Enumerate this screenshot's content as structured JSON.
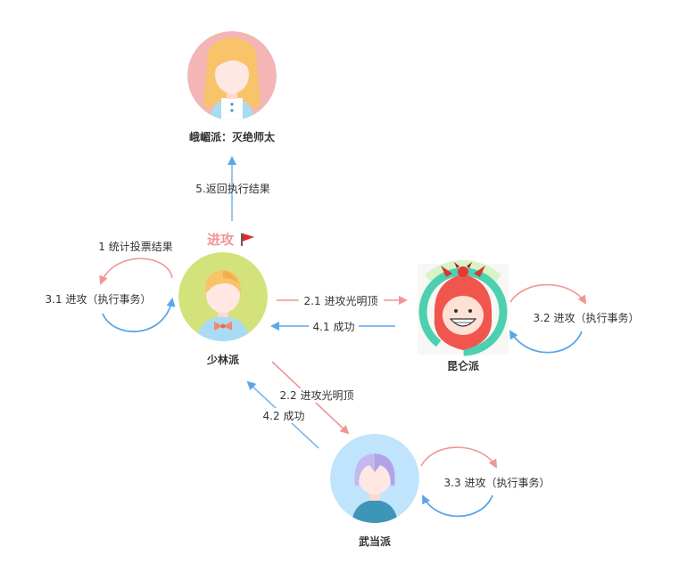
{
  "colors": {
    "red_arrow": "#f29595",
    "blue_arrow": "#5aa6e8",
    "blue_arrow_light": "#7fb7ea",
    "emei_bg": "#f3b5b5",
    "shaolin_bg": "#d4e27b",
    "kunlun_ring": "#4dd0b0",
    "wudang_bg": "#bfe4fb"
  },
  "nodes": {
    "emei": {
      "name": "峨嵋派：灭绝师太",
      "icon": "girl-avatar-icon"
    },
    "shaolin": {
      "name": "少林派",
      "icon": "boy-avatar-icon",
      "badge": "进攻",
      "badge_icon": "red-flag-icon"
    },
    "kunlun": {
      "name": "昆仑派",
      "icon": "devil-avatar-icon"
    },
    "wudang": {
      "name": "武当派",
      "icon": "purple-hair-avatar-icon"
    }
  },
  "edges": {
    "return_result": "5.返回执行结果",
    "count_votes": "1 统计投票结果",
    "shaolin_self": "3.1 进攻（执行事务）",
    "to_kunlun": "2.1 进攻光明顶",
    "from_kunlun": "4.1 成功",
    "kunlun_self": "3.2 进攻（执行事务）",
    "to_wudang": "2.2 进攻光明顶",
    "from_wudang": "4.2 成功",
    "wudang_self": "3.3 进攻（执行事务）"
  }
}
